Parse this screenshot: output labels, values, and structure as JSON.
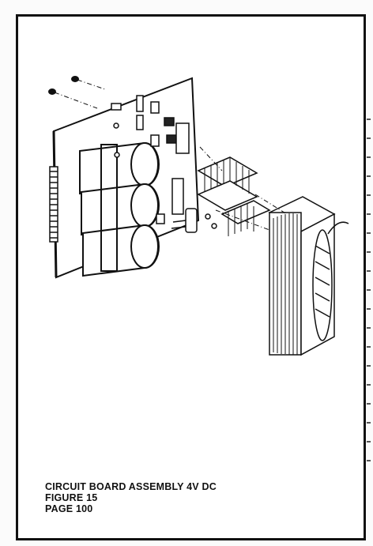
{
  "caption": {
    "title": "CIRCUIT BOARD ASSEMBLY 4V DC",
    "figure": "FIGURE 15",
    "page": "PAGE 100"
  }
}
